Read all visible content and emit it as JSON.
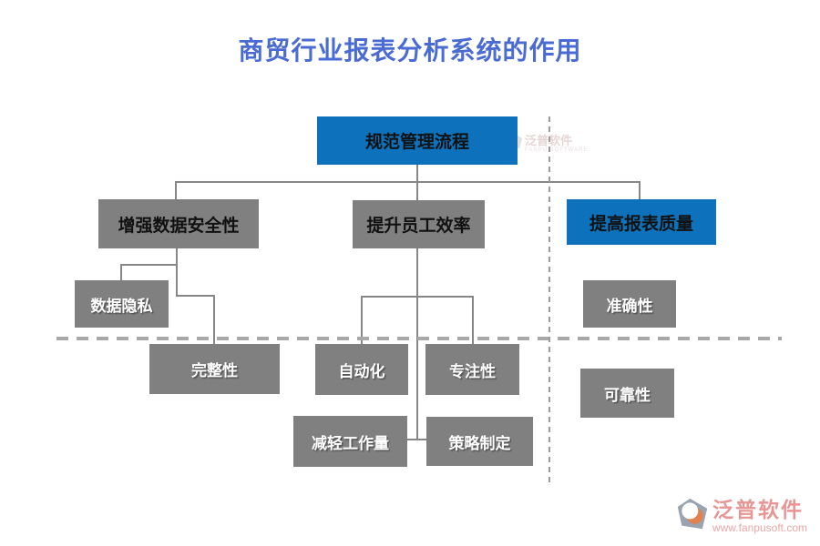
{
  "title": "商贸行业报表分析系统的作用",
  "colors": {
    "title_blue": "#4a6bd4",
    "node_blue": "#0d72bb",
    "node_gray": "#808080",
    "connector_gray": "#868686",
    "watermark_pink": "#e89595"
  },
  "diagram": {
    "root": {
      "label": "规范管理流程",
      "style": "blue"
    },
    "branches": [
      {
        "label": "增强数据安全性",
        "style": "gray",
        "children": [
          {
            "label": "数据隐私"
          },
          {
            "label": "完整性"
          }
        ]
      },
      {
        "label": "提升员工效率",
        "style": "gray",
        "children": [
          {
            "label": "自动化"
          },
          {
            "label": "专注性"
          },
          {
            "label": "减轻工作量"
          },
          {
            "label": "策略制定"
          }
        ]
      },
      {
        "label": "提高报表质量",
        "style": "blue",
        "children": [
          {
            "label": "准确性"
          },
          {
            "label": "可靠性"
          }
        ]
      }
    ]
  },
  "watermark": {
    "brand": "泛普软件",
    "caption": "FANPU SOFTWARE",
    "url": "www.fanpusoft.com"
  }
}
